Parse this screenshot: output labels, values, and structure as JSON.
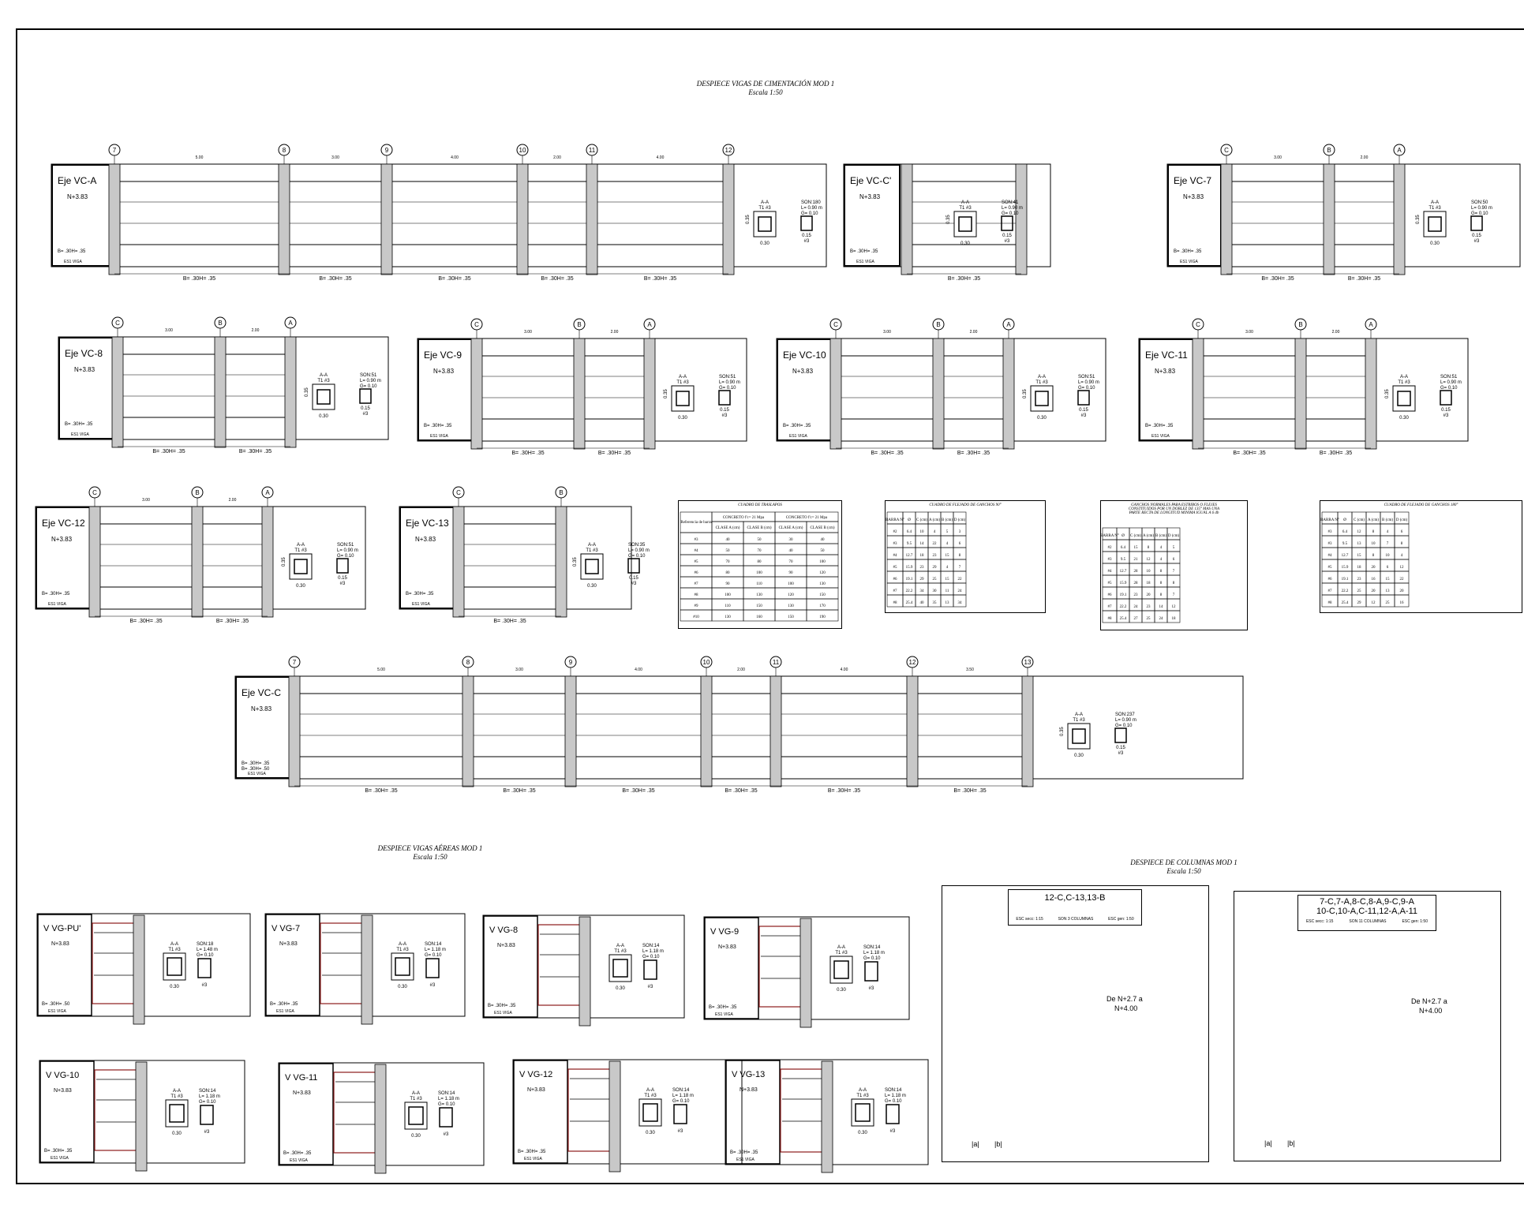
{
  "sheet": {
    "title_cimentacion": "DESPIECE VIGAS DE CIMENTACIÓN MOD 1",
    "scale_cimentacion": "Escala 1:50",
    "title_aereas": "DESPIECE VIGAS AÉREAS MOD 1",
    "scale_aereas": "Escala 1:50",
    "title_columnas": "DESPIECE DE COLUMNAS MOD 1",
    "scale_columnas": "Escala 1:50"
  },
  "beams_cimentacion": [
    {
      "name": "Eje VC-A",
      "level": "N+3.83",
      "section": "B= .30H= .35",
      "tag": "ES1 VIGA",
      "axes": [
        "7",
        "8",
        "9",
        "10",
        "11",
        "12"
      ],
      "spans": [
        "5.00",
        "3.00",
        "4.00",
        "2.00",
        "4.00"
      ],
      "son": "SON:180",
      "len": "L= 0.90 m"
    },
    {
      "name": "Eje VC-C'",
      "level": "N+3.83",
      "section": "B= .30H= .35",
      "tag": "ES1 VIGA",
      "axes": [],
      "spans": [],
      "son": "SON:41",
      "len": "L= 0.90 m"
    },
    {
      "name": "Eje VC-7",
      "level": "N+3.83",
      "section": "B= .30H= .35",
      "tag": "ES1 VIGA",
      "axes": [
        "C",
        "B",
        "A"
      ],
      "spans": [
        "3.00",
        "2.00"
      ],
      "son": "SON:50",
      "len": "L= 0.90 m"
    },
    {
      "name": "Eje VC-8",
      "level": "N+3.83",
      "section": "B= .30H= .35",
      "tag": "ES1 VIGA",
      "axes": [
        "C",
        "B",
        "A"
      ],
      "spans": [
        "3.00",
        "2.00"
      ],
      "son": "SON:51",
      "len": "L= 0.90 m"
    },
    {
      "name": "Eje VC-9",
      "level": "N+3.83",
      "section": "B= .30H= .35",
      "tag": "ES1 VIGA",
      "axes": [
        "C",
        "B",
        "A"
      ],
      "spans": [
        "3.00",
        "2.00"
      ],
      "son": "SON:51",
      "len": "L= 0.90 m"
    },
    {
      "name": "Eje VC-10",
      "level": "N+3.83",
      "section": "B= .30H= .35",
      "tag": "ES1 VIGA",
      "axes": [
        "C",
        "B",
        "A"
      ],
      "spans": [
        "3.00",
        "2.00"
      ],
      "son": "SON:51",
      "len": "L= 0.90 m"
    },
    {
      "name": "Eje VC-11",
      "level": "N+3.83",
      "section": "B= .30H= .35",
      "tag": "ES1 VIGA",
      "axes": [
        "C",
        "B",
        "A"
      ],
      "spans": [
        "3.00",
        "2.00"
      ],
      "son": "SON:51",
      "len": "L= 0.90 m"
    },
    {
      "name": "Eje VC-12",
      "level": "N+3.83",
      "section": "B= .30H= .35",
      "tag": "ES1 VIGA",
      "axes": [
        "C",
        "B",
        "A"
      ],
      "spans": [
        "3.00",
        "2.00"
      ],
      "son": "SON:51",
      "len": "L= 0.90 m"
    },
    {
      "name": "Eje VC-13",
      "level": "N+3.83",
      "section": "B= .30H= .35",
      "tag": "ES1 VIGA",
      "axes": [
        "C",
        "B"
      ],
      "spans": [],
      "son": "SON:35",
      "len": "L= 0.90 m"
    },
    {
      "name": "Eje VC-C",
      "level": "N+3.83",
      "section": "B= .30H= .35",
      "section2": "B= .30H= .50",
      "tag": "ES1 VIGA",
      "axes": [
        "7",
        "8",
        "9",
        "10",
        "11",
        "12",
        "13"
      ],
      "spans": [
        "5.00",
        "3.00",
        "4.00",
        "2.00",
        "4.00",
        "3.50"
      ],
      "son": "SON:237",
      "len": "L= 0.90 m"
    }
  ],
  "beams_aereas": [
    {
      "name": "V VG-PU'",
      "level": "N+3.83",
      "section": "B= .30H= .50",
      "tag": "ES1 VIGA",
      "son": "SON:18",
      "len": "L= 1.48 m"
    },
    {
      "name": "V VG-7",
      "level": "N+3.83",
      "section": "B= .30H= .35",
      "tag": "ES1 VIGA",
      "son": "SON:14",
      "len": "L= 1.18 m"
    },
    {
      "name": "V VG-8",
      "level": "N+3.83",
      "section": "B= .30H= .35",
      "tag": "ES1 VIGA",
      "son": "SON:14",
      "len": "L= 1.18 m"
    },
    {
      "name": "V VG-9",
      "level": "N+3.83",
      "section": "B= .30H= .35",
      "tag": "ES1 VIGA",
      "son": "SON:14",
      "len": "L= 1.18 m"
    },
    {
      "name": "V VG-10",
      "level": "N+3.83",
      "section": "B= .30H= .35",
      "tag": "ES1 VIGA",
      "son": "SON:14",
      "len": "L= 1.18 m"
    },
    {
      "name": "V VG-11",
      "level": "N+3.83",
      "section": "B= .30H= .35",
      "tag": "ES1 VIGA",
      "son": "SON:14",
      "len": "L= 1.18 m"
    },
    {
      "name": "V VG-12",
      "level": "N+3.83",
      "section": "B= .30H= .35",
      "tag": "ES1 VIGA",
      "son": "SON:14",
      "len": "L= 1.18 m"
    },
    {
      "name": "V VG-13",
      "level": "N+3.83",
      "section": "B= .30H= .35",
      "tag": "ES1 VIGA",
      "son": "SON:14",
      "len": "L= 1.18 m"
    }
  ],
  "tables": {
    "traslapos_title": "CUADRO DE TRASLAPOS",
    "ganchos90_title": "CUADRO DE FLEJADO DE GANCHOS 90°",
    "estribos_title": "GANCHOS NORMALES PARA ESTRIBOS O FLEJES",
    "estribos_sub1": "CONSTITUIDOS POR UN DOBLEZ DE 135° MAS UNA",
    "estribos_sub2": "PARTE RECTA DE LONGITUD MINIMA IGUAL A 6 db",
    "ganchos180_title": "CUADRO DE FLEJADO DE GANCHOS 180°",
    "traslapos_head": [
      "Referencia de barra",
      "CONCRETO f'c= 21 Mpa",
      "CONCRETO f'c= 21 Mpa"
    ],
    "traslapos_sub": [
      "CLASE A (cm)",
      "CLASE B (cm)",
      "CLASE A (cm)",
      "CLASE B (cm)"
    ],
    "traslapos_rows": [
      [
        "#3",
        "40",
        "50",
        "30",
        "40"
      ],
      [
        "#4",
        "50",
        "70",
        "40",
        "50"
      ],
      [
        "#5",
        "70",
        "80",
        "70",
        "100"
      ],
      [
        "#6",
        "80",
        "100",
        "90",
        "120"
      ],
      [
        "#7",
        "90",
        "110",
        "100",
        "130"
      ],
      [
        "#8",
        "100",
        "130",
        "120",
        "150"
      ],
      [
        "#9",
        "110",
        "150",
        "130",
        "170"
      ],
      [
        "#10",
        "130",
        "160",
        "150",
        "190"
      ]
    ],
    "g90_head": [
      "BARRA N°",
      "Ø",
      "C (cm)",
      "A (cm)",
      "B (cm)",
      "D (cm)"
    ],
    "g90_rows": [
      [
        "#2",
        "6.4",
        "10",
        "4",
        "5",
        "3"
      ],
      [
        "#3",
        "9.5",
        "14",
        "22",
        "4",
        "6"
      ],
      [
        "#4",
        "12.7",
        "18",
        "23",
        "15",
        "8"
      ],
      [
        "#5",
        "15.9",
        "23",
        "29",
        "4",
        "7"
      ],
      [
        "#6",
        "19.1",
        "29",
        "25",
        "15",
        "22"
      ],
      [
        "#7",
        "22.2",
        "34",
        "30",
        "11",
        "24"
      ],
      [
        "#8",
        "25.4",
        "40",
        "35",
        "13",
        "34"
      ]
    ],
    "est_head": [
      "BARRA N°",
      "Ø",
      "C (cm)",
      "A (cm)",
      "B (cm)",
      "D (cm)"
    ],
    "est_rows": [
      [
        "#2",
        "6.4",
        "15",
        "8",
        "4",
        "5"
      ],
      [
        "#3",
        "9.5",
        "21",
        "12",
        "4",
        "6"
      ],
      [
        "#4",
        "12.7",
        "28",
        "10",
        "8",
        "7"
      ],
      [
        "#5",
        "15.9",
        "28",
        "18",
        "8",
        "8"
      ],
      [
        "#6",
        "19.1",
        "23",
        "20",
        "8",
        "7"
      ],
      [
        "#7",
        "22.2",
        "24",
        "23",
        "14",
        "12"
      ],
      [
        "#8",
        "25.4",
        "27",
        "25",
        "24",
        "18"
      ]
    ],
    "g180_head": [
      "BARRA N°",
      "Ø",
      "C (cm)",
      "A (cm)",
      "B (cm)",
      "D (cm)"
    ],
    "g180_rows": [
      [
        "#3",
        "6.4",
        "12",
        "8",
        "4",
        "6"
      ],
      [
        "#3",
        "9.5",
        "13",
        "10",
        "7",
        "8"
      ],
      [
        "#4",
        "12.7",
        "15",
        "8",
        "10",
        "4"
      ],
      [
        "#5",
        "15.9",
        "18",
        "20",
        "6",
        "12"
      ],
      [
        "#6",
        "19.1",
        "23",
        "16",
        "15",
        "22"
      ],
      [
        "#7",
        "22.2",
        "25",
        "20",
        "13",
        "20"
      ],
      [
        "#8",
        "25.4",
        "29",
        "12",
        "25",
        "16"
      ]
    ]
  },
  "columns": [
    {
      "ids": "12-C,C-13,13-B",
      "count": "SON 3 COLUMNAS",
      "esc_secc": "ESC secc: 1:15",
      "esc_gen": "ESC gen: 1:50",
      "range": "De N+2.7 a",
      "top": "N+4.00",
      "legend": [
        "|a|",
        "|b|"
      ]
    },
    {
      "ids": "7-C,7-A,8-C,8-A,9-C,9-A",
      "ids2": "10-C,10-A,C-11,12-A,A-11",
      "count": "SON 11 COLUMNAS",
      "esc_secc": "ESC secc: 1:15",
      "esc_gen": "ESC gen: 1:50",
      "range": "De N+2.7 a",
      "top": "N+4.00",
      "legend": [
        "|a|",
        "|b|"
      ]
    }
  ],
  "section_labels": {
    "aa": "A-A",
    "t1": "T1 #3",
    "g": "G= 0.10",
    "w": "0.30",
    "h": "0.35",
    "s": "0.15",
    "bar": "#3"
  }
}
